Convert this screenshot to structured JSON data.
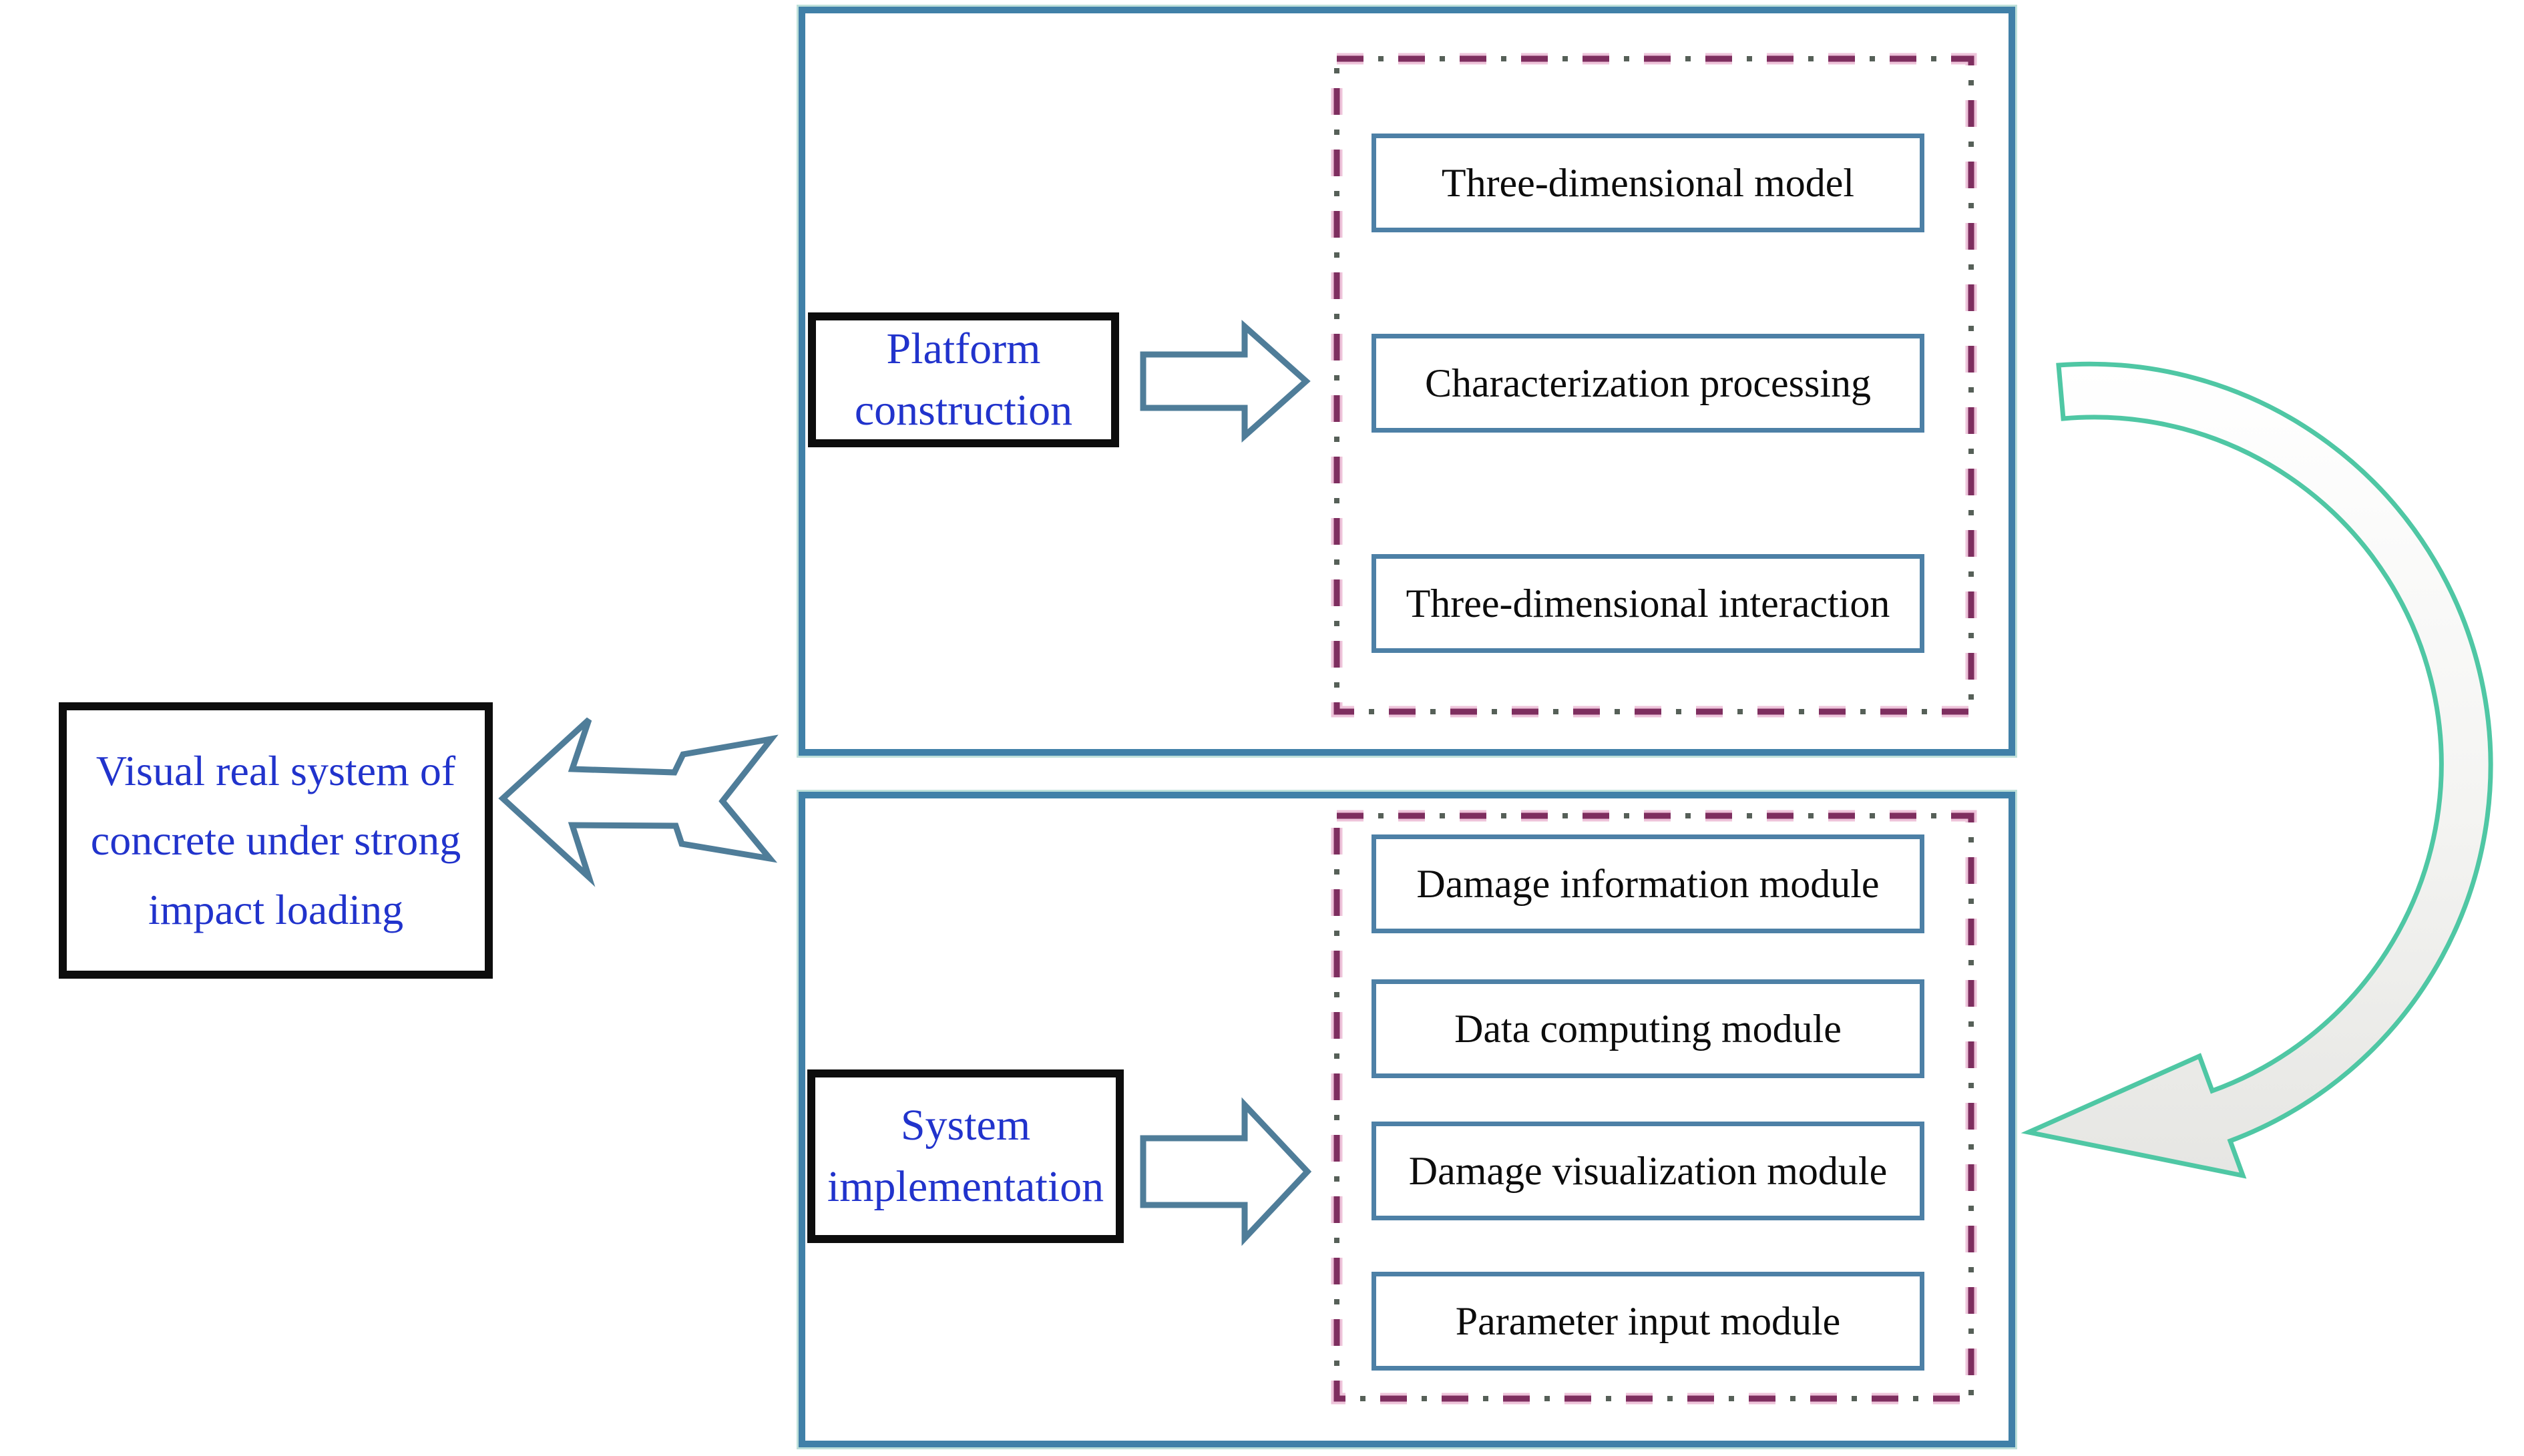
{
  "result_box": {
    "lines": [
      "Visual real system of",
      "concrete under strong",
      "impact loading"
    ]
  },
  "sections": [
    {
      "id": "platform-construction",
      "label_lines": [
        "Platform",
        "construction"
      ],
      "modules": [
        "Three-dimensional model",
        "Characterization processing",
        "Three-dimensional interaction"
      ]
    },
    {
      "id": "system-implementation",
      "label_lines": [
        "System",
        "implementation"
      ],
      "modules": [
        "Damage information module",
        "Data computing module",
        "Damage visualization module",
        "Parameter input module"
      ]
    }
  ],
  "icons": {
    "left_arrow": "block-arrow-left",
    "right_arrow": "block-arrow-right",
    "curved_arrow": "curved-ribbon-arrow"
  },
  "colors": {
    "section_frame": "#4080a8",
    "module_border": "#4d80a6",
    "dashed_group_border": "#7e2e5f",
    "dashed_halo": "#eec3da",
    "label_border": "#0d0d0d",
    "blue_text": "#2133cc",
    "module_text": "#0c0c0c",
    "block_arrow_outline": "#4f7d99",
    "curved_arrow_outline": "#4fc7a4",
    "background": "#ffffff"
  }
}
